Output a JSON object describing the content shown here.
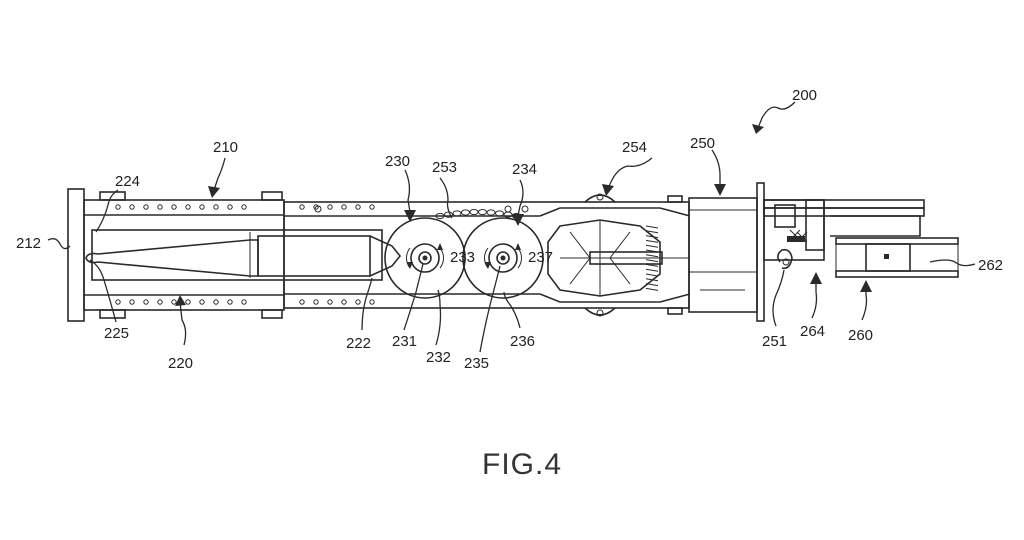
{
  "figure": {
    "caption": "FIG.4",
    "labels": {
      "l200": "200",
      "l210": "210",
      "l212": "212",
      "l220": "220",
      "l222": "222",
      "l224": "224",
      "l225": "225",
      "l230": "230",
      "l231": "231",
      "l232": "232",
      "l233": "233",
      "l234": "234",
      "l235": "235",
      "l236": "236",
      "l237": "237",
      "l250": "250",
      "l251": "251",
      "l253": "253",
      "l254": "254",
      "l260": "260",
      "l262": "262",
      "l264": "264"
    }
  },
  "colors": {
    "ink": "#2a2a2a",
    "paper": "#ffffff"
  }
}
